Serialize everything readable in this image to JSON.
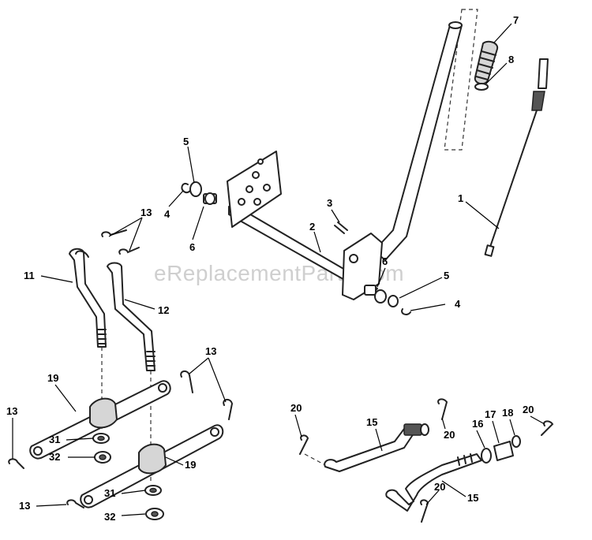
{
  "watermark": "eReplacementParts.com",
  "callouts": [
    {
      "id": "lbl-7",
      "text": "7"
    },
    {
      "id": "lbl-8",
      "text": "8"
    },
    {
      "id": "lbl-1",
      "text": "1"
    },
    {
      "id": "lbl-5a",
      "text": "5"
    },
    {
      "id": "lbl-4a",
      "text": "4"
    },
    {
      "id": "lbl-6a",
      "text": "6"
    },
    {
      "id": "lbl-3",
      "text": "3"
    },
    {
      "id": "lbl-2",
      "text": "2"
    },
    {
      "id": "lbl-13a",
      "text": "13"
    },
    {
      "id": "lbl-11",
      "text": "11"
    },
    {
      "id": "lbl-12",
      "text": "12"
    },
    {
      "id": "lbl-6b",
      "text": "6"
    },
    {
      "id": "lbl-5b",
      "text": "5"
    },
    {
      "id": "lbl-4b",
      "text": "4"
    },
    {
      "id": "lbl-13b",
      "text": "13"
    },
    {
      "id": "lbl-19a",
      "text": "19"
    },
    {
      "id": "lbl-13c",
      "text": "13"
    },
    {
      "id": "lbl-31a",
      "text": "31"
    },
    {
      "id": "lbl-32a",
      "text": "32"
    },
    {
      "id": "lbl-19b",
      "text": "19"
    },
    {
      "id": "lbl-13d",
      "text": "13"
    },
    {
      "id": "lbl-31b",
      "text": "31"
    },
    {
      "id": "lbl-32b",
      "text": "32"
    },
    {
      "id": "lbl-20a",
      "text": "20"
    },
    {
      "id": "lbl-15a",
      "text": "15"
    },
    {
      "id": "lbl-20b",
      "text": "20"
    },
    {
      "id": "lbl-16",
      "text": "16"
    },
    {
      "id": "lbl-17",
      "text": "17"
    },
    {
      "id": "lbl-18",
      "text": "18"
    },
    {
      "id": "lbl-20c",
      "text": "20"
    },
    {
      "id": "lbl-20d",
      "text": "20"
    },
    {
      "id": "lbl-15b",
      "text": "15"
    }
  ]
}
